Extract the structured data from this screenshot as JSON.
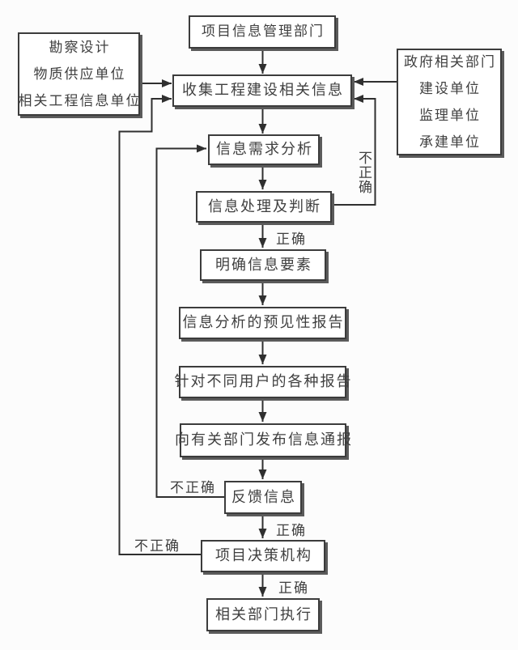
{
  "nodes": {
    "info_dept": {
      "label": "项目信息管理部门"
    },
    "collect": {
      "label": "收集工程建设相关信息"
    },
    "left_sources": {
      "lines": [
        "勘察设计",
        "物质供应单位",
        "相关工程信息单位"
      ]
    },
    "right_sources": {
      "lines": [
        "政府相关部门",
        "建设单位",
        "监理单位",
        "承建单位"
      ]
    },
    "demand_analysis": {
      "label": "信息需求分析"
    },
    "process_judge": {
      "label": "信息处理及判断"
    },
    "clarify_elements": {
      "label": "明确信息要素"
    },
    "forecast_report": {
      "label": "信息分析的预见性报告"
    },
    "user_reports": {
      "label": "针对不同用户的各种报告"
    },
    "publish_notice": {
      "label": "向有关部门发布信息通报"
    },
    "feedback": {
      "label": "反馈信息"
    },
    "decision_body": {
      "label": "项目决策机构"
    },
    "execute": {
      "label": "相关部门执行"
    }
  },
  "edge_labels": {
    "correct": "正确",
    "incorrect": "不正确"
  },
  "edges": [
    {
      "from": "info_dept",
      "to": "collect",
      "label": ""
    },
    {
      "from": "left_sources",
      "to": "collect",
      "label": ""
    },
    {
      "from": "right_sources",
      "to": "collect",
      "label": ""
    },
    {
      "from": "collect",
      "to": "demand_analysis",
      "label": ""
    },
    {
      "from": "demand_analysis",
      "to": "process_judge",
      "label": ""
    },
    {
      "from": "process_judge",
      "to": "clarify_elements",
      "label": "正确"
    },
    {
      "from": "process_judge",
      "to": "collect",
      "label": "不正确"
    },
    {
      "from": "clarify_elements",
      "to": "forecast_report",
      "label": ""
    },
    {
      "from": "forecast_report",
      "to": "user_reports",
      "label": ""
    },
    {
      "from": "user_reports",
      "to": "publish_notice",
      "label": ""
    },
    {
      "from": "publish_notice",
      "to": "feedback",
      "label": ""
    },
    {
      "from": "feedback",
      "to": "decision_body",
      "label": "正确"
    },
    {
      "from": "feedback",
      "to": "demand_analysis",
      "label": "不正确"
    },
    {
      "from": "decision_body",
      "to": "execute",
      "label": "正确"
    },
    {
      "from": "decision_body",
      "to": "collect",
      "label": "不正确"
    }
  ],
  "colors": {
    "line": "#2f2f2f",
    "node_border": "#3c3c3c",
    "node_shadow": "#5b5b5b",
    "node_bg": "#ffffff",
    "text": "#3f3f3f",
    "canvas_bg": "#fcfcfc"
  }
}
